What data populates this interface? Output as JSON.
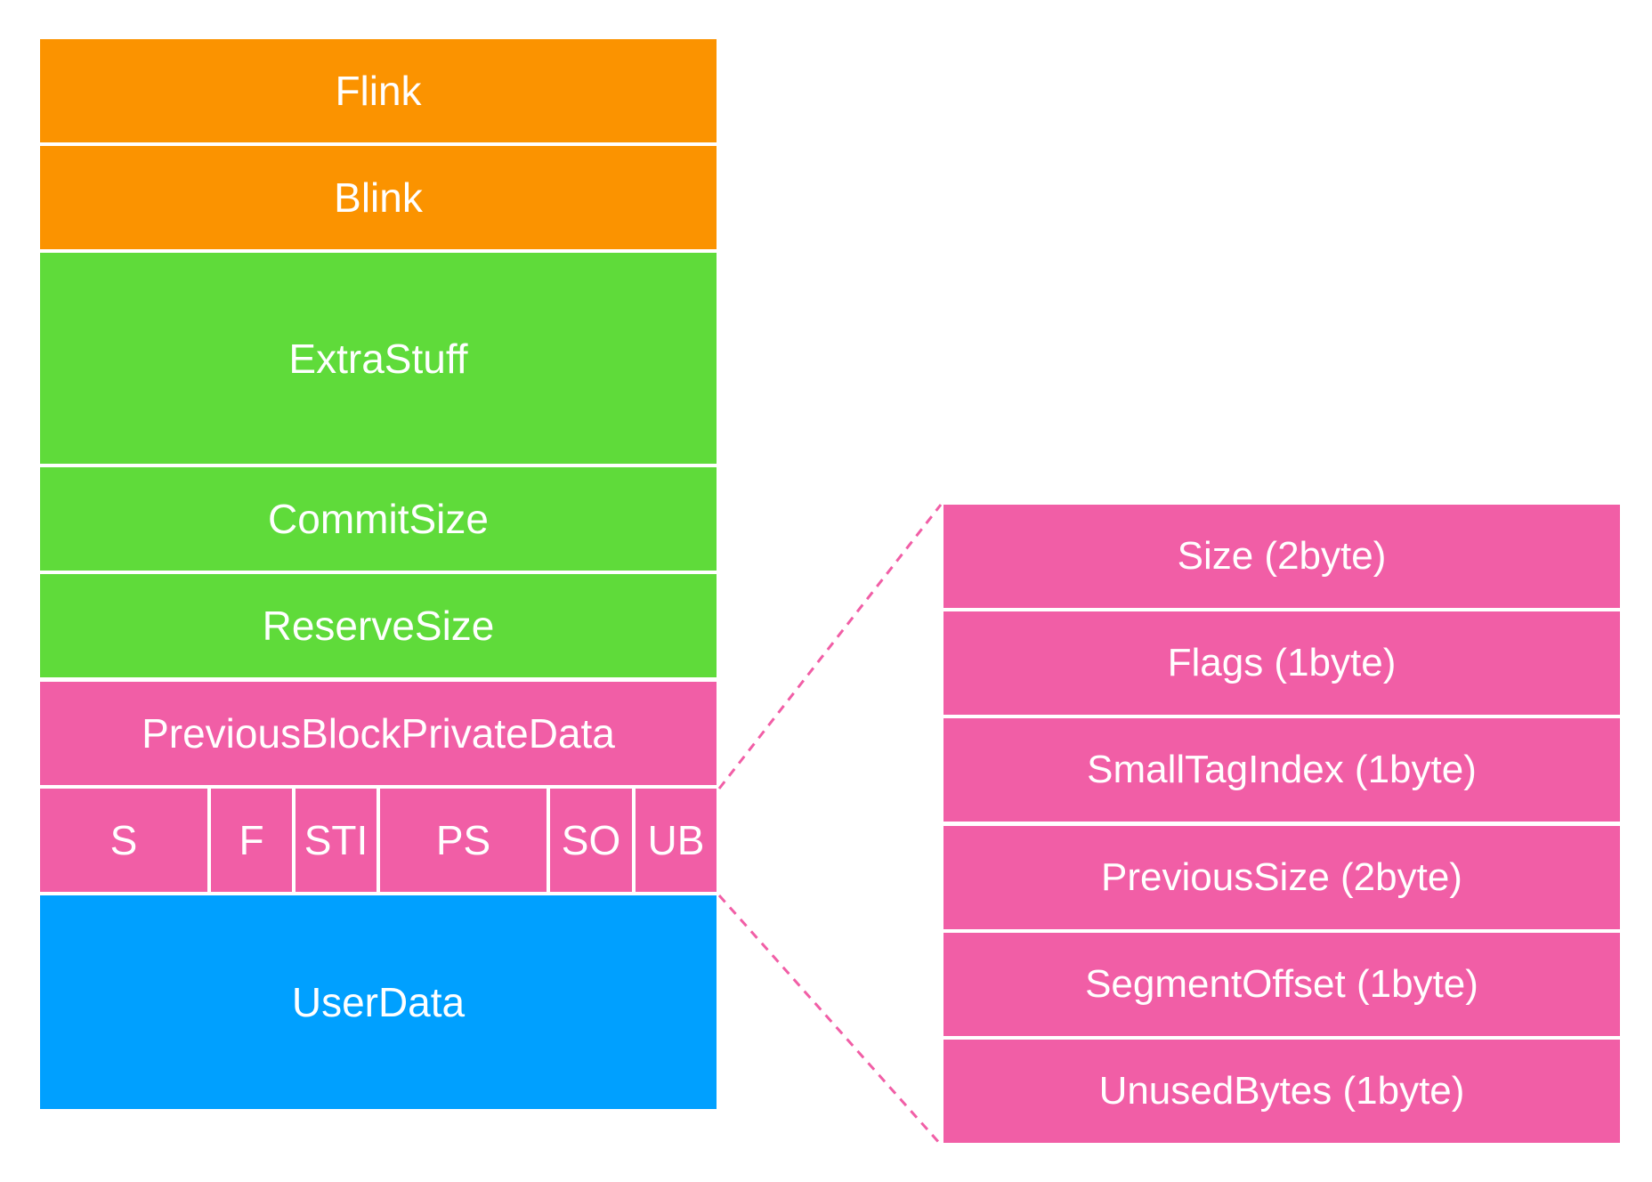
{
  "left_struct": {
    "flink": "Flink",
    "blink": "Blink",
    "extra_stuff": "ExtraStuff",
    "commit_size": "CommitSize",
    "reserve_size": "ReserveSize",
    "previous_block_private_data": "PreviousBlockPrivateData",
    "header_fields": [
      "S",
      "F",
      "STI",
      "PS",
      "SO",
      "UB"
    ],
    "user_data": "UserData"
  },
  "right_struct": {
    "fields": [
      "Size (2byte)",
      "Flags (1byte)",
      "SmallTagIndex (1byte)",
      "PreviousSize (2byte)",
      "SegmentOffset (1byte)",
      "UnusedBytes (1byte)"
    ]
  },
  "colors": {
    "orange": "#fb9300",
    "green": "#5fdb3a",
    "pink": "#f15ea6",
    "blue": "#00a0ff",
    "connector": "#f15ea6"
  }
}
